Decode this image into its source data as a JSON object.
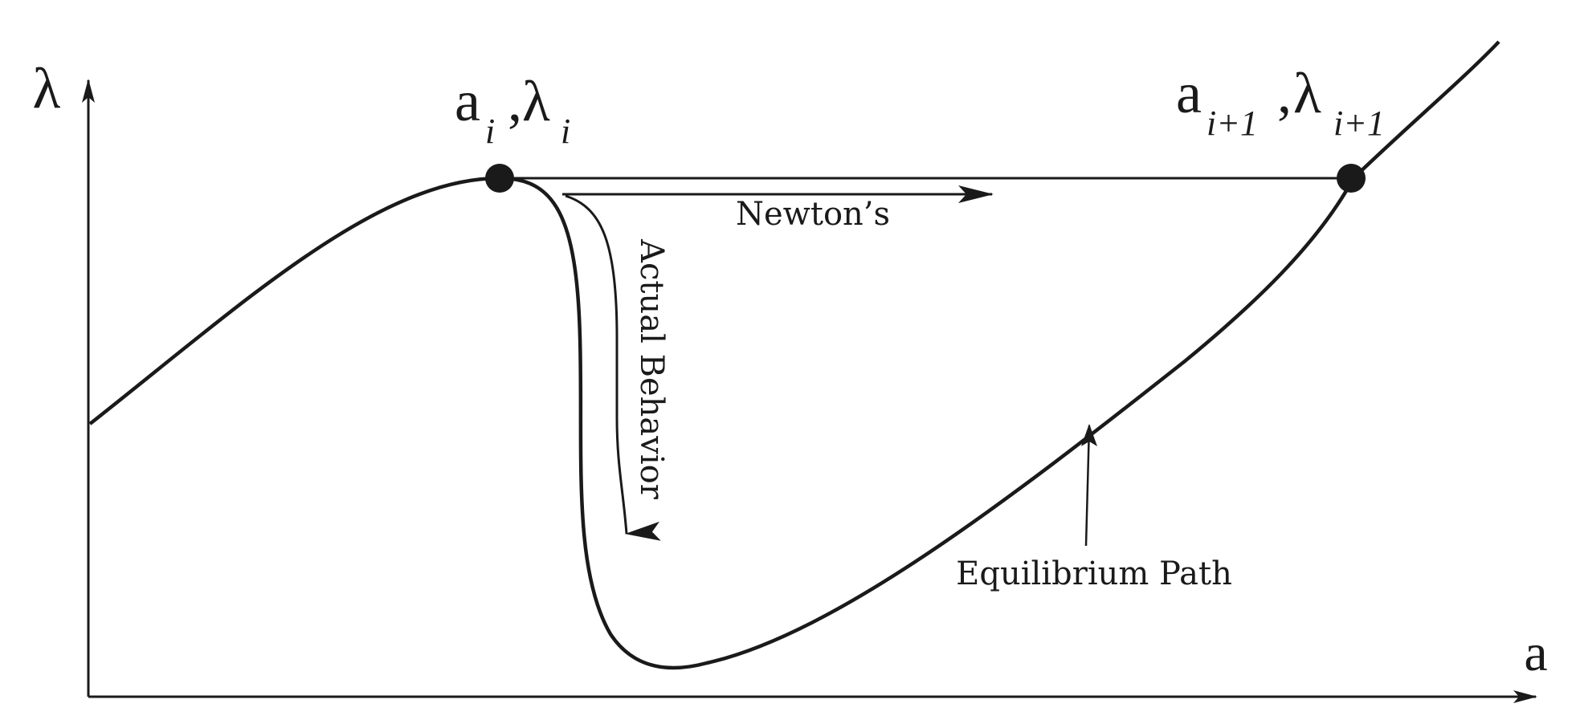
{
  "diagram": {
    "axes": {
      "y_label": "λ",
      "x_label": "a"
    },
    "points": {
      "start": {
        "base_a": "a",
        "sub_a": "i",
        "separator": ",",
        "base_lambda": "λ",
        "sub_lambda": "i"
      },
      "end": {
        "base_a": "a",
        "sub_a": "i+1",
        "separator": ",",
        "base_lambda": "λ",
        "sub_lambda": "i+1"
      }
    },
    "labels": {
      "newton": "Newton’s",
      "actual": "Actual Behavior",
      "equilibrium": "Equilibrium Path"
    },
    "colors": {
      "ink": "#1a1a1a",
      "background": "#ffffff"
    }
  }
}
